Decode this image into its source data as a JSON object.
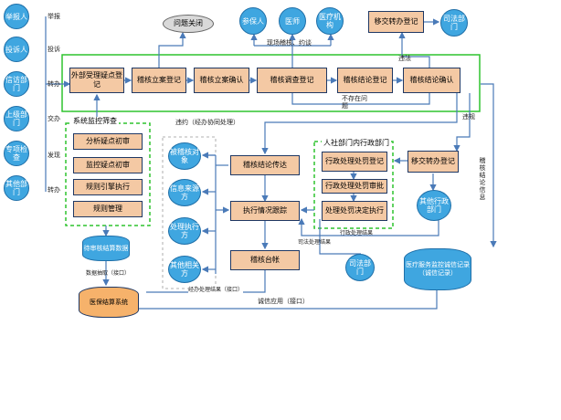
{
  "sources": [
    {
      "label": "举报人",
      "action": "举报"
    },
    {
      "label": "投诉人",
      "action": "投诉"
    },
    {
      "label": "信访部门",
      "action": "转办"
    },
    {
      "label": "上级部门",
      "action": "交办"
    },
    {
      "label": "专项检查",
      "action": "发现"
    },
    {
      "label": "其他部门",
      "action": "转办"
    }
  ],
  "main_flow": {
    "external": "外部受理疑点登记",
    "register": "稽核立案登记",
    "confirm": "稽核立案确认",
    "investigate": "稽核调查登记",
    "conclusion_register": "稽核结论登记",
    "conclusion_confirm": "稽核结论确认"
  },
  "top": {
    "closed": "问题关闭",
    "insured": "参保人",
    "doctor": "医师",
    "institution": "医疗机构",
    "transfer_register": "移交转办登记",
    "judicial": "司法部门",
    "survey_label": "现场稽核、约谈",
    "crime_label": "违法"
  },
  "labels": {
    "no_problem": "不存在问题",
    "violation_internal": "违约（经办协同处理）",
    "violation_rule": "违规",
    "conclusion_info": "稽核结论信息",
    "admin_result": "行政处理结果",
    "judicial_result": "司法处理结果",
    "handle_result": "经办处理结果（接口）",
    "credit_app": "诚信应用（接口）",
    "data_capture": "数据抽取（接口）"
  },
  "monitor": {
    "title": "系统监控筛查",
    "items": [
      "分析疑点初审",
      "监控疑点初审",
      "规则引擎执行",
      "规则管理"
    ]
  },
  "dispatch": {
    "pass": "稽核结论传达",
    "track": "执行情况跟踪",
    "ledger": "稽核台帐",
    "targets": [
      "被稽核对象",
      "信息来源方",
      "处理执行方",
      "其他相关方"
    ],
    "judicial": "司法部门"
  },
  "hr": {
    "title": "人社部门内行政部门",
    "items": [
      "行政处理处罚登记",
      "行政处理处罚审批",
      "处理处罚决定执行"
    ],
    "transfer": "移交转办登记",
    "other_admin": "其他行政部门"
  },
  "systems": {
    "review_db": "待审核结算数据",
    "insurance": "医保结算系统",
    "credit": "医疗服务监控诚信记录（诚信记录）"
  },
  "colors": {
    "box_fill": "#f4c9a4",
    "box_border": "#1f3864",
    "circle_fill": "#3fa6e0",
    "green_frame": "#2fc42f",
    "line": "#4a7ab8",
    "cyl_fill": "#f6b26b"
  }
}
